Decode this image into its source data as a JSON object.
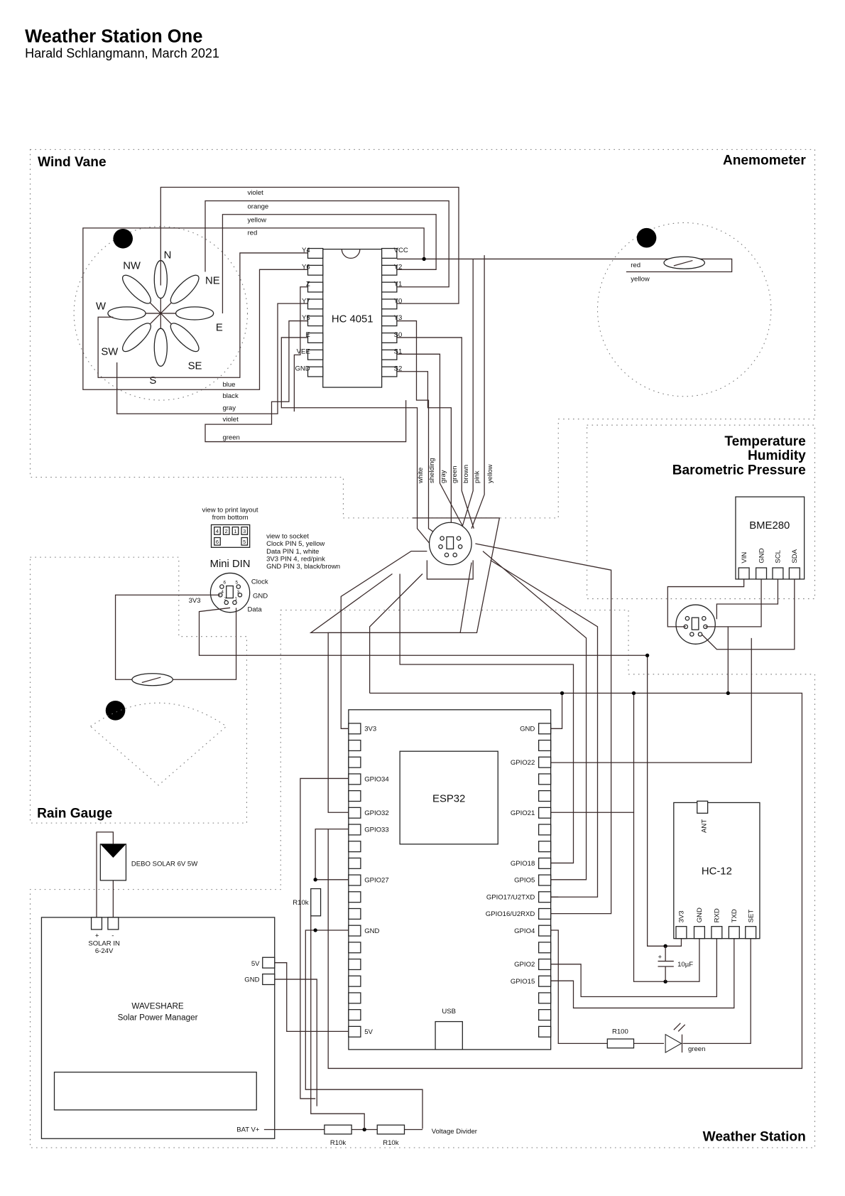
{
  "header": {
    "title": "Weather Station One",
    "subtitle": "Harald Schlangmann, March 2021"
  },
  "sections": {
    "wind_vane": "Wind Vane",
    "anemometer": "Anemometer",
    "temperature": [
      "Temperature",
      "Humidity",
      "Barometric Pressure"
    ],
    "rain_gauge": "Rain Gauge",
    "weather_station": "Weather Station"
  },
  "wind_vane": {
    "directions": {
      "n": "N",
      "ne": "NE",
      "e": "E",
      "se": "SE",
      "s": "S",
      "sw": "SW",
      "w": "W",
      "nw": "NW"
    },
    "top_wires": [
      "violet",
      "orange",
      "yellow",
      "red"
    ],
    "bottom_wires": [
      "blue",
      "black",
      "gray",
      "violet",
      "green"
    ]
  },
  "mux": {
    "name": "HC 4051",
    "left_pins": [
      "Y4",
      "Y6",
      "Z",
      "Y7",
      "Y5",
      "E",
      "VEE",
      "GND"
    ],
    "right_pins": [
      "VCC",
      "Y2",
      "Y1",
      "Y0",
      "Y3",
      "S0",
      "S1",
      "S2"
    ]
  },
  "anemometer": {
    "wires": [
      "red",
      "yellow"
    ]
  },
  "cable": {
    "wires": [
      "white",
      "shelding",
      "gray",
      "green",
      "brown",
      "pink",
      "yellow"
    ]
  },
  "mini_din": {
    "print_note": [
      "view to print layout",
      "from bottom"
    ],
    "print_pins": [
      "4",
      "2",
      "1",
      "3",
      "6",
      "5"
    ],
    "socket_note": [
      "view to socket",
      "Clock PIN 5, yellow",
      "Data PIN 1, white",
      "3V3 PIN 4, red/pink",
      "GND PIN 3, black/brown"
    ],
    "title": "Mini DIN",
    "pin_labels": {
      "clock": "Clock",
      "gnd": "GND",
      "data": "Data",
      "v33": "3V3"
    },
    "pin_numbers": [
      "1",
      "2",
      "3",
      "4",
      "5",
      "6"
    ]
  },
  "bme280": {
    "name": "BME280",
    "pins": [
      "VIN",
      "GND",
      "SCL",
      "SDA"
    ]
  },
  "esp32": {
    "name": "ESP32",
    "usb": "USB",
    "left_pins": {
      "r0": "3V3",
      "r3": "GPIO34",
      "r5": "GPIO32",
      "r6": "GPIO33",
      "r9": "GPIO27",
      "r12": "GND",
      "r18": "5V"
    },
    "right_pins": {
      "r0": "GND",
      "r2": "GPIO22",
      "r5": "GPIO21",
      "r8": "GPIO18",
      "r9": "GPIO5",
      "r10": "GPIO17/U2TXD",
      "r11": "GPIO16/U2RXD",
      "r12": "GPIO4",
      "r14": "GPIO2",
      "r15": "GPIO15"
    }
  },
  "hc12": {
    "name": "HC-12",
    "ant": "ANT",
    "pins": [
      "3V3",
      "GND",
      "RXD",
      "TXD",
      "SET"
    ]
  },
  "components": {
    "capacitor": "10µF",
    "capacitor_plus": "+",
    "r_led": "R100",
    "led_color": "green",
    "r_pull": "R10k",
    "divider_r1": "R10k",
    "divider_r2": "R10k",
    "divider_label": "Voltage Divider",
    "solar_panel": "DEBO SOLAR 6V 5W"
  },
  "waveshare": {
    "name": "WAVESHARE",
    "subtitle": "Solar Power Manager",
    "v5": "5V",
    "gnd": "GND",
    "bat": "BAT V+",
    "plus": "+",
    "minus": "-",
    "solar_in": "SOLAR  IN",
    "solar_range": "6-24V"
  }
}
